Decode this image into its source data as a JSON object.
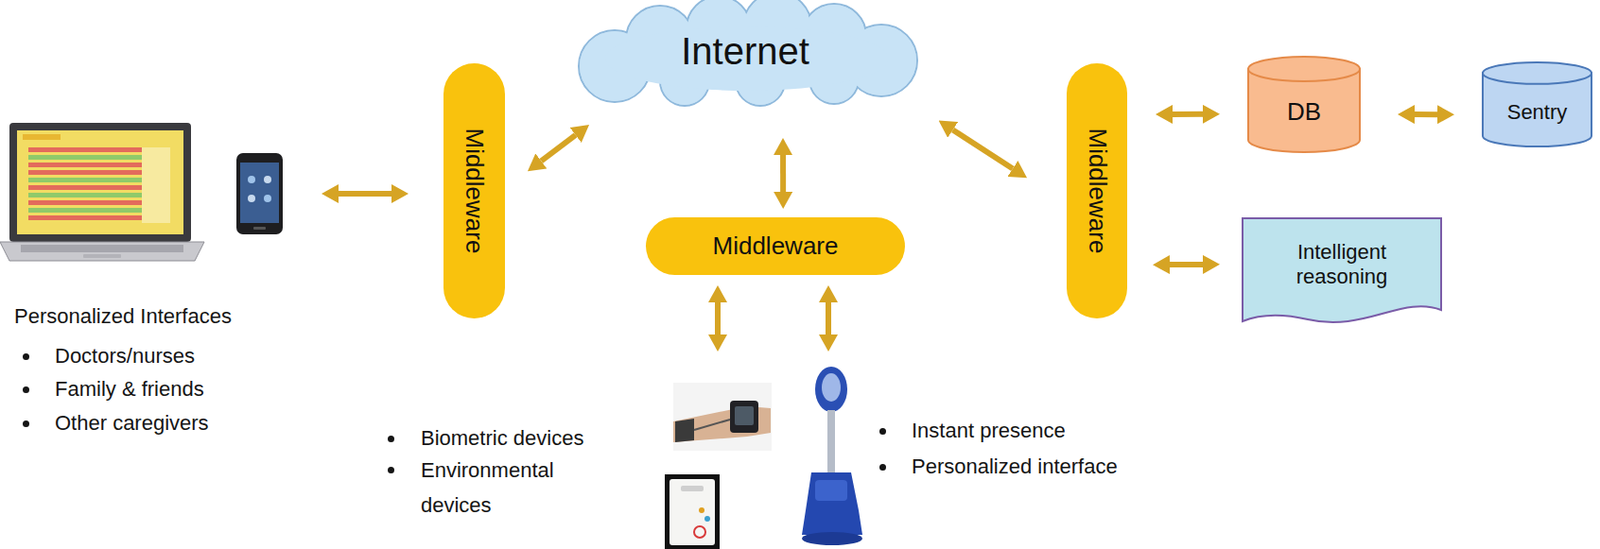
{
  "diagram": {
    "nodes": [
      {
        "text": [
          "Middleware"
        ]
      },
      {
        "text": [
          "Internet"
        ]
      },
      {
        "text": [
          "Middleware"
        ]
      },
      {
        "text": [
          "Middleware"
        ]
      },
      {
        "text": [
          "DB"
        ]
      },
      {
        "text": [
          "Sentry"
        ]
      },
      {
        "text": [
          "Intelligent reasoning"
        ]
      }
    ],
    "edges": [
      {
        "from": 0,
        "to": 1,
        "arrow": "both"
      },
      {
        "from": 1,
        "to": 2,
        "arrow": "both"
      },
      {
        "from": 1,
        "to": 3,
        "arrow": "both"
      },
      {
        "from": 3,
        "to": 4,
        "arrow": "both"
      },
      {
        "from": 4,
        "to": 5,
        "arrow": "both"
      },
      {
        "from": 3,
        "to": 6,
        "arrow": "both"
      }
    ],
    "labels": [
      "Personalized Interfaces",
      "Doctors/nurses",
      "Family & friends",
      "Other caregivers",
      "Biometric devices",
      "Environmental devices",
      "Instant presence",
      "Personalized interface"
    ]
  }
}
